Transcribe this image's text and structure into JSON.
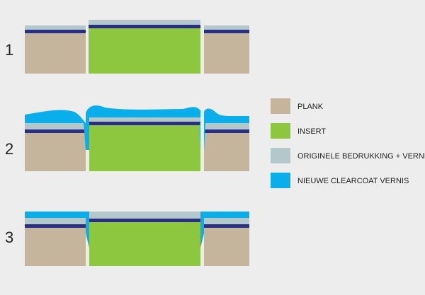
{
  "colors": {
    "plank": "#c4b59c",
    "insert": "#8dc63f",
    "original_print": "#b3c8ca",
    "dark_line": "#2a2f86",
    "new_clearcoat": "#0aaeea",
    "background": "#ededed"
  },
  "steps": [
    {
      "label": "1"
    },
    {
      "label": "2"
    },
    {
      "label": "3"
    }
  ],
  "legend": [
    {
      "label": "PLANK",
      "color_key": "plank"
    },
    {
      "label": "INSERT",
      "color_key": "insert"
    },
    {
      "label": "ORIGINELE BEDRUKKING + VERNIS",
      "color_key": "original_print"
    },
    {
      "label": "NIEUWE CLEARCOAT VERNIS",
      "color_key": "new_clearcoat"
    }
  ]
}
